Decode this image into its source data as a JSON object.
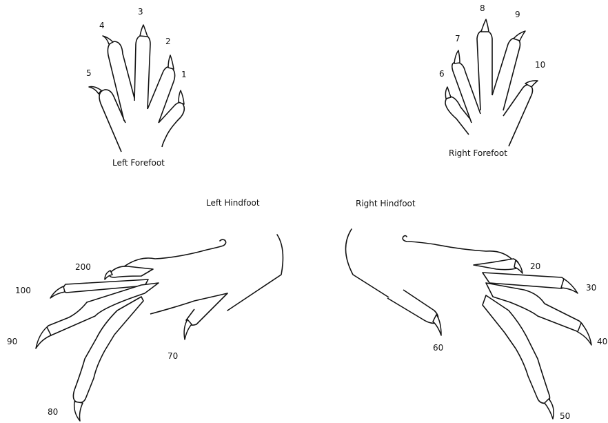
{
  "feet": {
    "left_forefoot": "Left Forefoot",
    "right_forefoot": "Right Forefoot",
    "left_hindfoot": "Left Hindfoot",
    "right_hindfoot": "Right Hindfoot"
  },
  "toe_numbers": {
    "lf": [
      "1",
      "2",
      "3",
      "4",
      "5"
    ],
    "rf": [
      "6",
      "7",
      "8",
      "9",
      "10"
    ],
    "lh": [
      "100",
      "200",
      "90",
      "80",
      "70"
    ],
    "rh": [
      "20",
      "30",
      "40",
      "50",
      "60"
    ]
  }
}
